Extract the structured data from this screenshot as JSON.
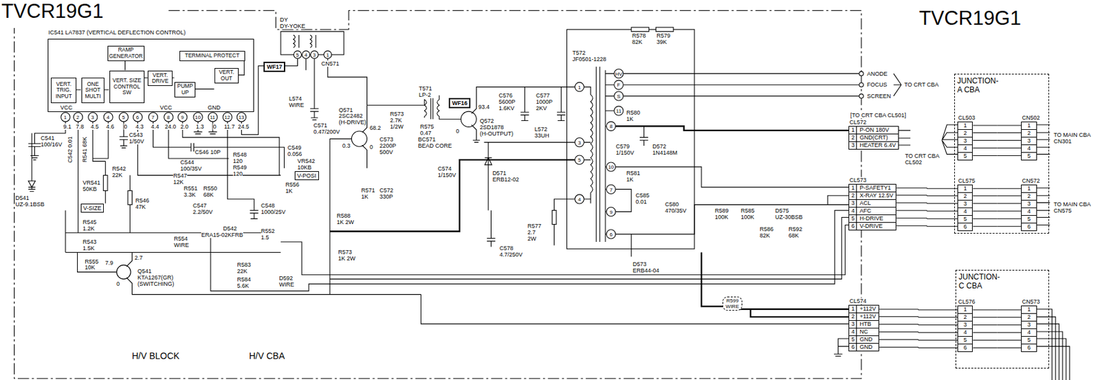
{
  "diagram": {
    "nodes": [
      {
        "text": [
          "IC541 LA7837 (VERTICAL DEFLECTION CONTROL)"
        ]
      },
      {
        "text": [
          "VERT. TRIG. INPUT"
        ],
        "in": 0
      },
      {
        "text": [
          "ONE SHOT MULTI"
        ],
        "in": 0
      },
      {
        "text": [
          "RAMP GENERATOR"
        ],
        "in": 0
      },
      {
        "text": [
          "VERT. SIZE CONTROL SW"
        ],
        "in": 0
      },
      {
        "text": [
          "VERT. DRIVE"
        ],
        "in": 0
      },
      {
        "text": [
          "PUMP UP"
        ],
        "in": 0
      },
      {
        "text": [
          "TERMINAL PROTECT"
        ],
        "in": 0
      },
      {
        "text": [
          "VERT. OUT"
        ],
        "in": 0
      },
      {
        "text": [
          "WF17"
        ]
      },
      {
        "text": [
          "WF16"
        ]
      },
      {
        "text": [
          "V-SIZE"
        ]
      },
      {
        "text": [
          "V-POSI"
        ]
      },
      {
        "text": [
          "CL572",
          "1",
          "P-ON 180V",
          "2",
          "GND(CRT)",
          "3",
          "HEATER 6.4V"
        ]
      },
      {
        "text": [
          "CL573",
          "1",
          "P-SAFETY1",
          "2",
          "X-RAY 12.5V",
          "3",
          "ACL",
          "4",
          "AFC",
          "5",
          "H-DRIVE",
          "6",
          "V-DRIVE"
        ]
      },
      {
        "text": [
          "CL574",
          "1",
          "+112V",
          "2",
          "+112V",
          "3",
          "HTB",
          "4",
          "NC",
          "5",
          "GND",
          "6",
          "GND"
        ]
      },
      {
        "text": [
          "JUNCTION-A CBA"
        ]
      },
      {
        "text": [
          "CL503",
          "1",
          "2",
          "3",
          "4",
          "5"
        ],
        "in": 16
      },
      {
        "text": [
          "CN502",
          "1",
          "2",
          "3",
          "4",
          "5"
        ],
        "in": 16
      },
      {
        "text": [
          "CL575",
          "1",
          "2",
          "3",
          "4",
          "5",
          "6"
        ],
        "in": 16
      },
      {
        "text": [
          "CN572",
          "1",
          "2",
          "3",
          "4",
          "5",
          "6"
        ],
        "in": 16
      },
      {
        "text": [
          "JUNCTION-C CBA"
        ]
      },
      {
        "text": [
          "CL576",
          "1",
          "2",
          "3",
          "4",
          "5",
          "6"
        ],
        "in": 21
      },
      {
        "text": [
          "CN573",
          "1",
          "2",
          "3",
          "4",
          "5",
          "6"
        ],
        "in": 21
      },
      {
        "text": [
          "R599",
          "WIRE"
        ]
      }
    ],
    "edges": [
      {
        "from": 17,
        "to": 18,
        "arrow": "none"
      },
      {
        "from": 14,
        "to": 19,
        "arrow": "none"
      },
      {
        "from": 19,
        "to": 20,
        "arrow": "none"
      },
      {
        "from": 15,
        "to": 22,
        "arrow": "none"
      },
      {
        "from": 22,
        "to": 23,
        "arrow": "none"
      }
    ],
    "labels": [
      "TVCR19G1",
      "TVCR19G1",
      "DY",
      "DY-YOKE",
      "5",
      "4",
      "3",
      "1",
      "CN571",
      "VCC",
      "VCC",
      "GND",
      "1",
      "2",
      "3",
      "4",
      "5",
      "6",
      "7",
      "8",
      "9",
      "10",
      "11",
      "12",
      "13",
      "9.1",
      "7.8",
      "4.5",
      "4.6",
      "0",
      "4.3",
      "4.4",
      "24.0",
      "2.0",
      "1.3",
      "0",
      "11.7",
      "24.5",
      "C541",
      "100/16V",
      "D541",
      "UZ-9.1BSB",
      "C542 0.01",
      "R541 68K",
      "C543",
      "1/50V",
      "R542",
      "22K",
      "VR541",
      "50KB",
      "R546",
      "47K",
      "R547",
      "12K",
      "R551",
      "3.3K",
      "R550",
      "68K",
      "C547",
      "2.2/50V",
      "C548",
      "1000/25V",
      "R545",
      "1.2K",
      "R543",
      "1.5K",
      "R554",
      "WIRE",
      "D542",
      "ERA15-02KFRB",
      "R552",
      "1.5",
      "R555",
      "10K",
      "7.9",
      "2.7",
      "0",
      "Q541",
      "KTA1267(GR)",
      "(SWITCHING)",
      "R583",
      "22K",
      "R584",
      "5.6K",
      "D592",
      "WIRE",
      "C546 10P",
      "C544",
      "100/35V",
      "R548",
      "120",
      "R549",
      "120",
      "C549",
      "0.056",
      "VR542",
      "10KB",
      "R556",
      "1K",
      "L574",
      "WIRE",
      "C571",
      "0.47/200V",
      "Q571",
      "2SC2482",
      "(H-DRIVE)",
      "0.3",
      "68.2",
      "0",
      "T571",
      "LP-2",
      "R573",
      "2.7K",
      "1/2W",
      "C573",
      "2200P",
      "500V",
      "R575",
      "0.47",
      "BC571",
      "BEAD CORE",
      "0",
      "93.4",
      "Q572",
      "2SD1878",
      "(H-OUTPUT)",
      "C574",
      "1/150V",
      "R571",
      "1K",
      "C572",
      "330P",
      "R588",
      "1K 2W",
      "R573",
      "1K 2W",
      "D571",
      "ERB12-02",
      "C576",
      "5600P",
      "1.6KV",
      "C577",
      "1000P",
      "2KV",
      "L572",
      "33UH",
      "C578",
      "4.7/250V",
      "R577",
      "2.7",
      "2W",
      "R578",
      "82K",
      "R579",
      "39K",
      "T572",
      "JF0501-1228",
      "1",
      "3",
      "5",
      "4",
      "HV",
      "F",
      "S",
      "11",
      "8",
      "10",
      "7",
      "9",
      "6",
      "R580",
      "1K",
      "C579",
      "1/150V",
      "D572",
      "1N4148M",
      "R581",
      "1K",
      "C585",
      "0.01",
      "C580",
      "470/35V",
      "D573",
      "ERB44-04",
      "R589",
      "100K",
      "R585",
      "100K",
      "D575",
      "UZ-30BSB",
      "R586",
      "82K",
      "R592",
      "68K",
      "ANODE",
      "FOCUS",
      "SCREEN",
      "TO CRT CBA",
      "[TO CRT CBA CL501]",
      "TO CRT CBA",
      "CL502",
      "TO MAIN CBA",
      "CN301",
      "TO MAIN CBA",
      "CN575",
      "H/V BLOCK",
      "H/V CBA"
    ]
  }
}
